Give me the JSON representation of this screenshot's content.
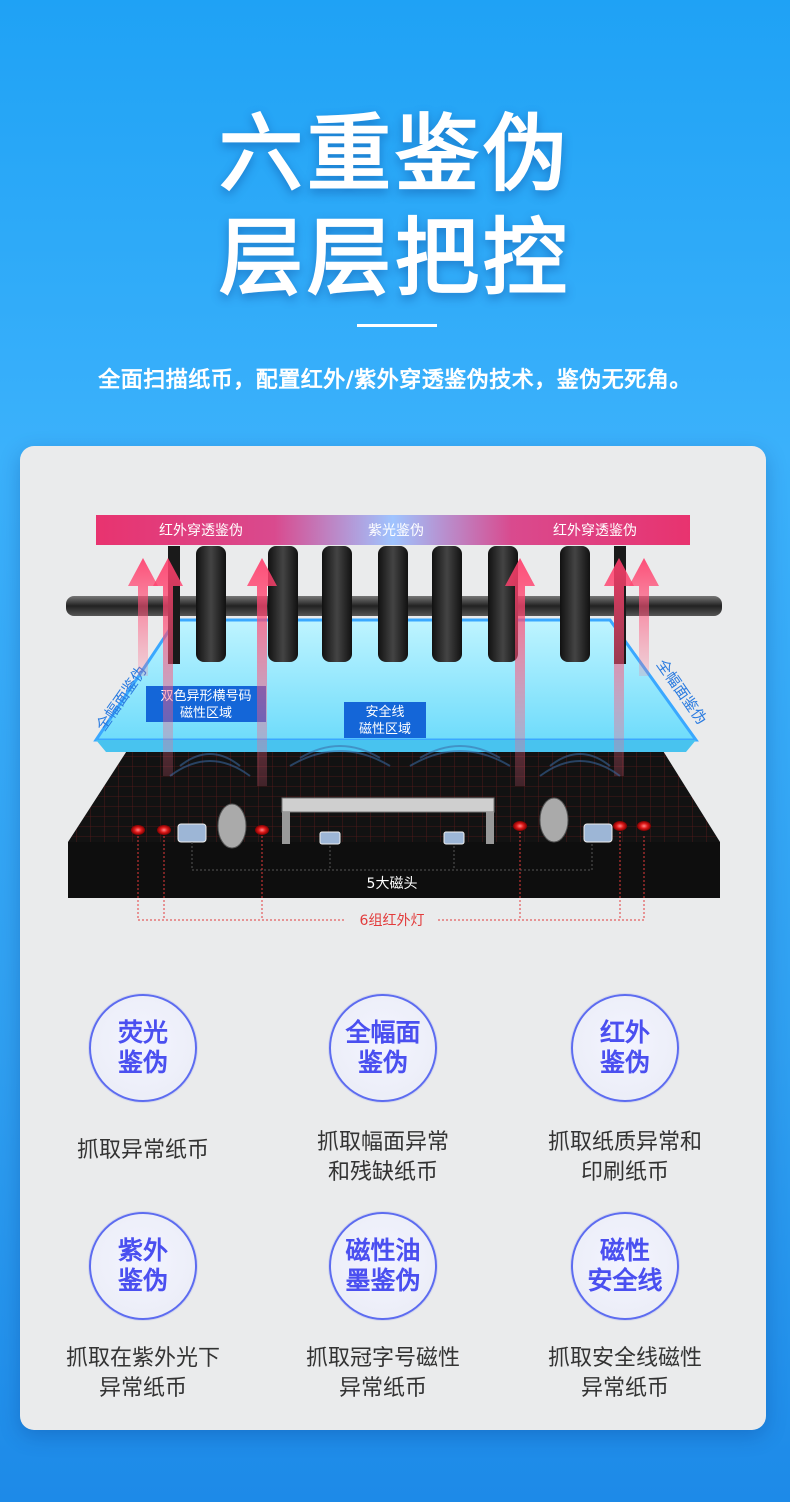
{
  "hero": {
    "title_line1": "六重鉴伪",
    "title_line2": "层层把控",
    "subtitle": "全面扫描纸币，配置红外/紫外穿透鉴伪技术，鉴伪无死角。"
  },
  "diagram": {
    "band": {
      "left": "红外穿透鉴伪",
      "center": "紫光鉴伪",
      "right": "红外穿透鉴伪"
    },
    "side_left": "全幅面鉴伪",
    "side_right": "全幅面鉴伪",
    "zone_left_line1": "双色异形横号码",
    "zone_left_line2": "磁性区域",
    "zone_center_line1": "安全线",
    "zone_center_line2": "磁性区域",
    "magnetic_heads": "5大磁头",
    "ir_lights": "6组红外灯",
    "colors": {
      "band_pink": "#e8336f",
      "band_blue": "#8fb8ff",
      "glass": "#7fe6ff",
      "ir_red": "#e01a1a"
    }
  },
  "features": [
    {
      "icon_line1": "荧光",
      "icon_line2": "鉴伪",
      "desc_line1": "抓取异常纸币",
      "desc_line2": ""
    },
    {
      "icon_line1": "全幅面",
      "icon_line2": "鉴伪",
      "desc_line1": "抓取幅面异常",
      "desc_line2": "和残缺纸币"
    },
    {
      "icon_line1": "红外",
      "icon_line2": "鉴伪",
      "desc_line1": "抓取纸质异常和",
      "desc_line2": "印刷纸币"
    },
    {
      "icon_line1": "紫外",
      "icon_line2": "鉴伪",
      "desc_line1": "抓取在紫外光下",
      "desc_line2": "异常纸币"
    },
    {
      "icon_line1": "磁性油",
      "icon_line2": "墨鉴伪",
      "desc_line1": "抓取冠字号磁性",
      "desc_line2": "异常纸币"
    },
    {
      "icon_line1": "磁性",
      "icon_line2": "安全线",
      "desc_line1": "抓取安全线磁性",
      "desc_line2": "异常纸币"
    }
  ]
}
